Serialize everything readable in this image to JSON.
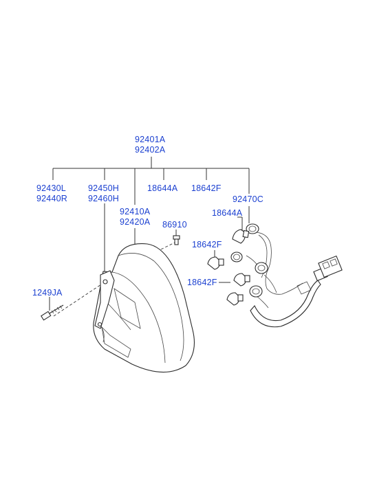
{
  "diagram": {
    "labels": {
      "assembly_a": "92401A",
      "assembly_b": "92402A",
      "lens_l": "92430L",
      "lens_r": "92440R",
      "housing_h1": "92450H",
      "housing_h2": "92460H",
      "bulb_a_top": "18644A",
      "bulb_f_top": "18642F",
      "harness": "92470C",
      "body_a1": "92410A",
      "body_a2": "92420A",
      "screw_small": "86910",
      "bulb_a_side": "18644A",
      "bulb_f_side1": "18642F",
      "bulb_f_side2": "18642F",
      "bolt": "1249JA"
    }
  }
}
